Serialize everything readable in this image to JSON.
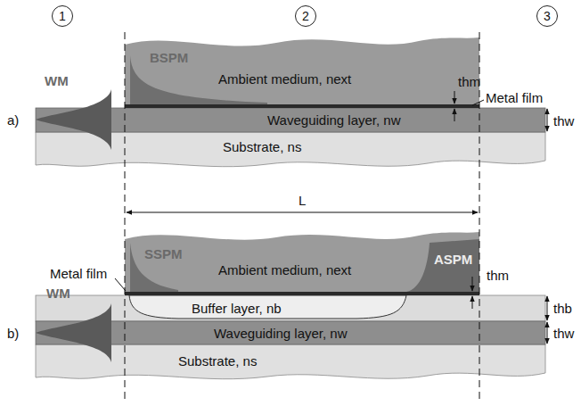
{
  "diagram": {
    "nodes": [
      {
        "text": [
          "1"
        ]
      },
      {
        "text": [
          "2"
        ]
      },
      {
        "text": [
          "3"
        ]
      },
      {
        "text": [
          "Ambient medium, next"
        ]
      },
      {
        "text": [
          "Waveguiding layer, nw"
        ]
      },
      {
        "text": [
          "Substrate, ns"
        ]
      },
      {
        "text": [
          "Ambient medium, next"
        ]
      },
      {
        "text": [
          "Buffer layer, nb"
        ]
      },
      {
        "text": [
          "Waveguiding layer, nw"
        ]
      },
      {
        "text": [
          "Substrate, ns"
        ]
      }
    ],
    "labels": [
      "a)",
      "WM",
      "BSPM",
      "thm",
      "Metal film",
      "thw",
      "L",
      "SSPM",
      "ASPM",
      "Metal film",
      "thm",
      "thb",
      "thw",
      "WM",
      "b)"
    ]
  }
}
